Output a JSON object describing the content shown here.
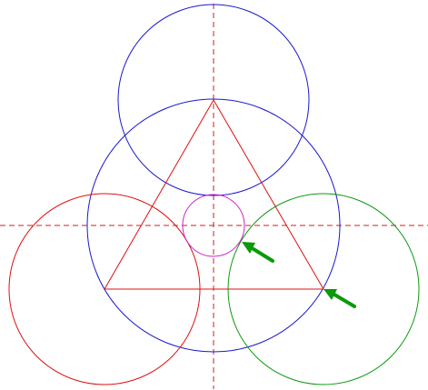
{
  "colors": {
    "background": "#ffffff",
    "centerline": "#cc2222",
    "big_circle": "#1a1acc",
    "top_circle": "#1a1acc",
    "left_circle": "#dd1111",
    "right_circle": "#119911",
    "inner_circle": "#cc22cc",
    "triangle": "#dd1111",
    "arrow": "#0a9a0a"
  },
  "figure": {
    "elements": [
      "horizontal-centerline",
      "vertical-centerline",
      "big-circle",
      "top-circle",
      "left-circle",
      "right-circle",
      "inner-circle",
      "equilateral-triangle",
      "arrow-inner-tangent",
      "arrow-right-vertex"
    ],
    "centerline_style": "dashed",
    "arrow_style": "filled",
    "triangle_type": "equilateral"
  }
}
